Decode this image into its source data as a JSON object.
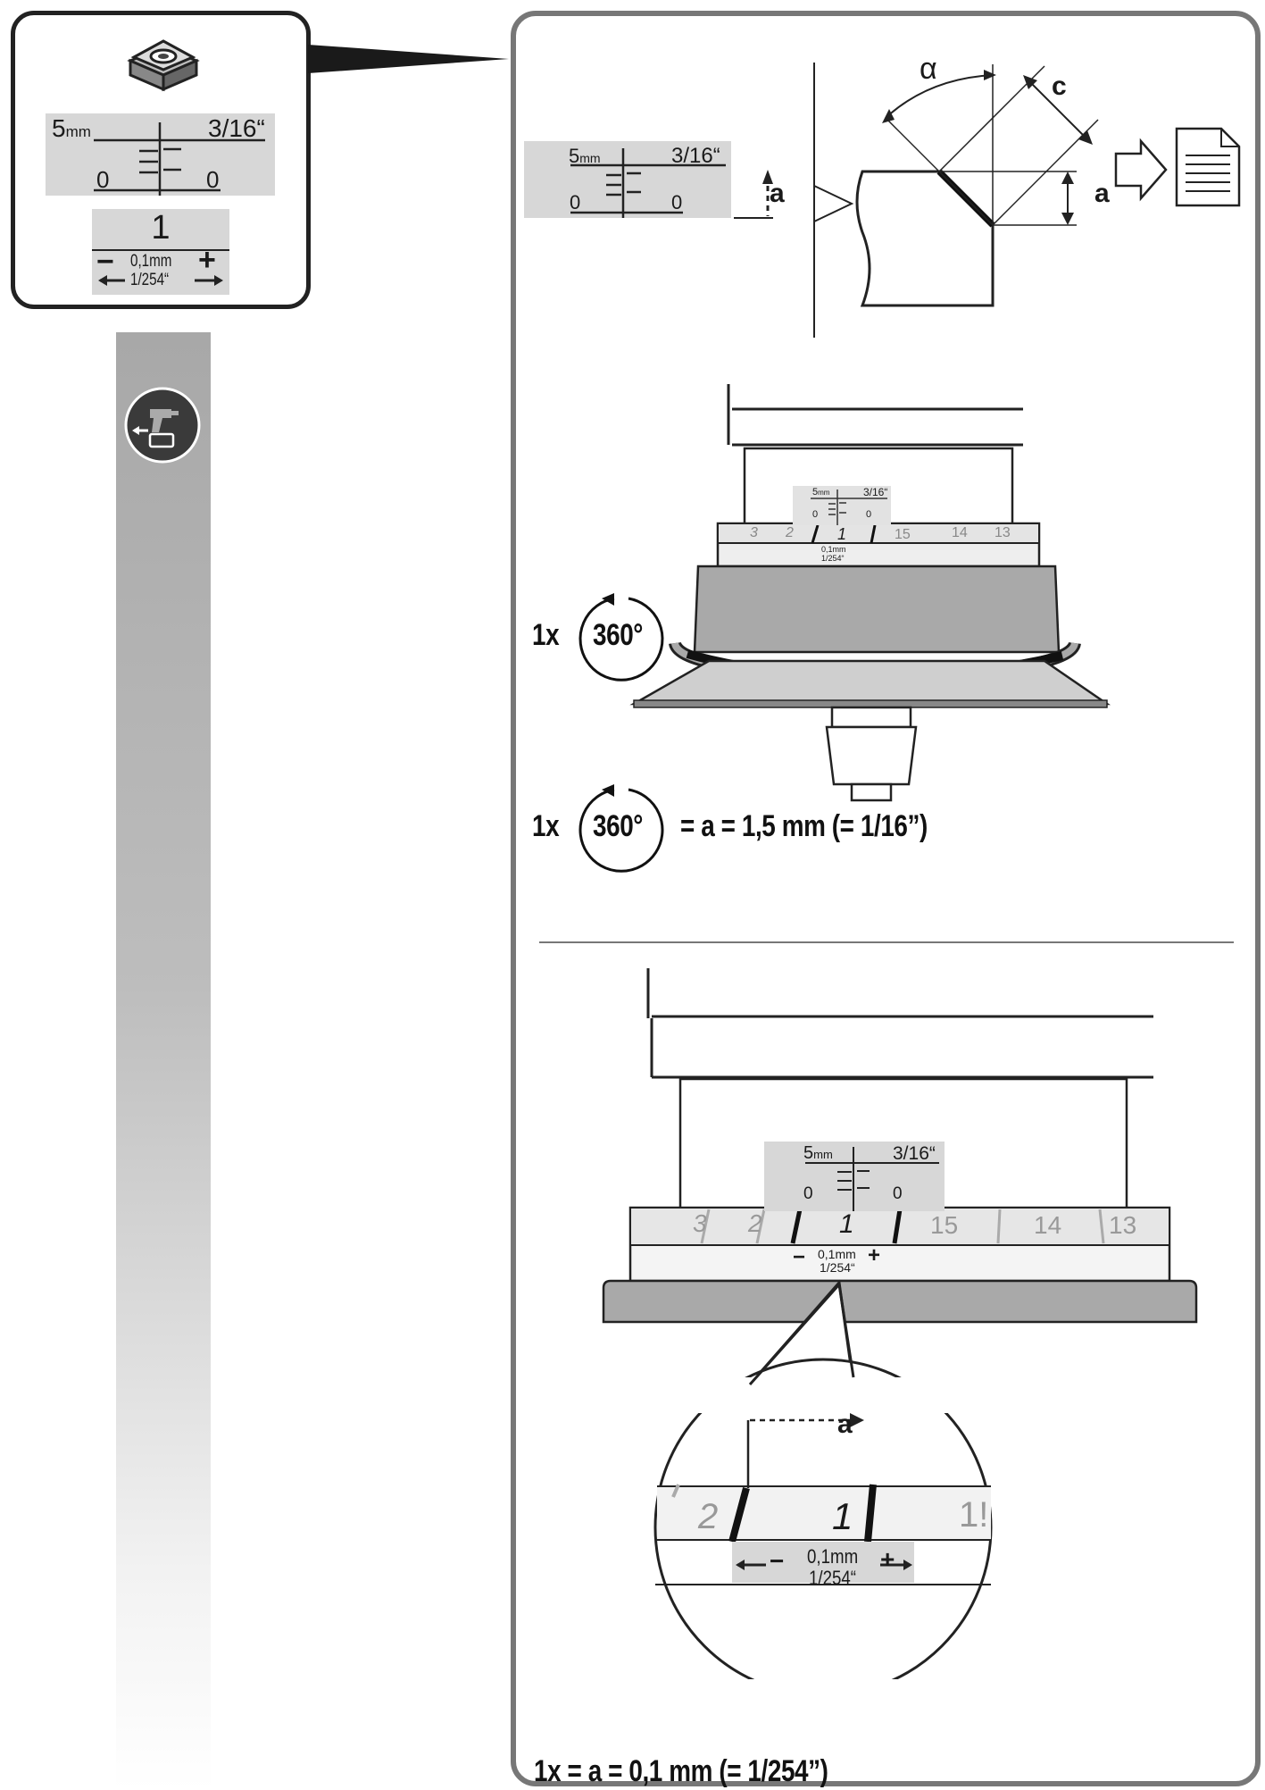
{
  "colors": {
    "frame": "#555555",
    "panel_fill": "#d7d7d7",
    "dark_fill": "#a9a9a9",
    "strip_top": "#a8a8a8",
    "strip_bottom": "#ffffff",
    "ink": "#1a1a1a"
  },
  "icons": {
    "router_bit": "router-bit-icon",
    "drill_battery": "drill-battery-icon",
    "document": "document-icon"
  },
  "scale_label": {
    "mm": "5",
    "mm_unit": "mm",
    "inch": "3/16“",
    "zero_left": "0",
    "zero_right": "0"
  },
  "step_label": {
    "number": "1",
    "mm": "0,1mm",
    "inch": "1/254“",
    "minus": "−",
    "plus": "+"
  },
  "dial_numbers": [
    "3",
    "2",
    "1",
    "15",
    "14",
    "13"
  ],
  "zoom_dial_numbers": [
    "2",
    "1",
    "1!"
  ],
  "diagram": {
    "alpha": "α",
    "c": "c",
    "a": "a"
  },
  "rotation": {
    "count": "1x",
    "degrees": "360°"
  },
  "equation_full_turn": "= a = 1,5 mm (= 1/16”)",
  "zoom_label": "a",
  "bottom_caption": "1x = a = 0,1 mm (= 1/254”)"
}
